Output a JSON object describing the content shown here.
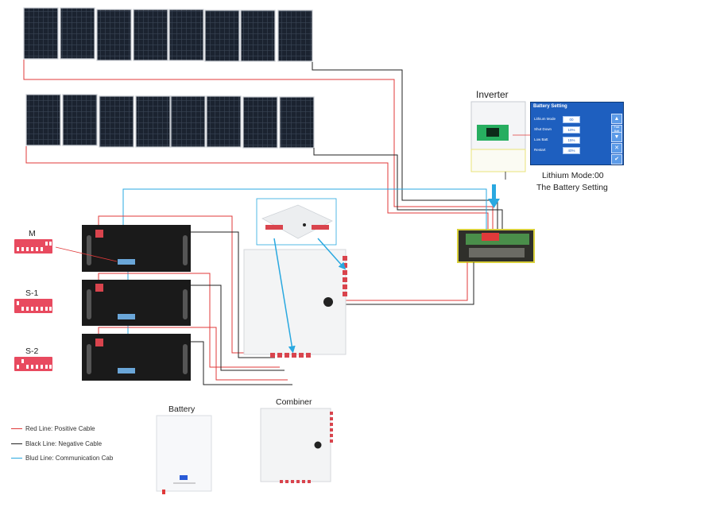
{
  "labels": {
    "inverter": "Inverter",
    "lithium_mode": "Lithium Mode:00",
    "battery_setting_caption": "The Battery Setting",
    "dip_m": "M",
    "dip_s1": "S-1",
    "dip_s2": "S-2",
    "battery": "Battery",
    "combiner": "Combiner"
  },
  "legend": [
    {
      "text": "Red Line: Positive Cable",
      "color": "#e03a3a"
    },
    {
      "text": "Black Line: Negative Cable",
      "color": "#222222"
    },
    {
      "text": "Blud Line: Communication Cab",
      "color": "#29a8e0"
    }
  ],
  "screen": {
    "title": "Battery Setting",
    "rows": [
      {
        "label": "Lithium Mode",
        "value": "00"
      },
      {
        "label": "Shut Down",
        "value": "10%"
      },
      {
        "label": "Low Batt",
        "value": "15%"
      },
      {
        "label": "Restart",
        "value": "40%"
      }
    ],
    "side_buttons": [
      "▲",
      "Fast Batt",
      "▼",
      "✕",
      "✔"
    ]
  },
  "colors": {
    "positive": "#e03a3a",
    "negative": "#222222",
    "communication": "#29a8e0",
    "panel": "#1c2430",
    "screen_bg": "#1e5fbf"
  }
}
